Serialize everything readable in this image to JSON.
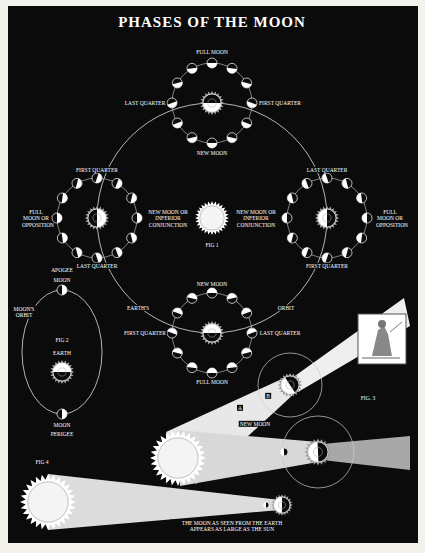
{
  "diagram": {
    "title": "PHASES OF THE MOON",
    "labels": [
      "FULL MOON",
      "LAST QUARTER",
      "FIRST QUARTER",
      "NEW MOON",
      "FIRST QUARTER",
      "FULL MOON OR OPPOSITION",
      "NEW MOON OR INFERIOR CONJUNCTION",
      "LAST QUARTER",
      "FIG 1",
      "NEW MOON OR INFERIOR CONJUNCTION",
      "LAST QUARTER",
      "FULL MOON OR OPPOSITION",
      "FIRST QUARTER",
      "NEW MOON",
      "FIRST QUARTER",
      "LAST QUARTER",
      "FULL MOON",
      "EARTH'S",
      "ORBIT",
      "APOGEE",
      "MOON",
      "FIG 2",
      "EARTH",
      "MOON",
      "PERIGEE",
      "MOON'S ORBIT",
      "FIG. 3",
      "NEW MOON",
      "A",
      "B",
      "FIG 4",
      "THE MOON AS SEEN FROM THE EARTH APPEARS AS LARGE AS THE SUN"
    ]
  }
}
